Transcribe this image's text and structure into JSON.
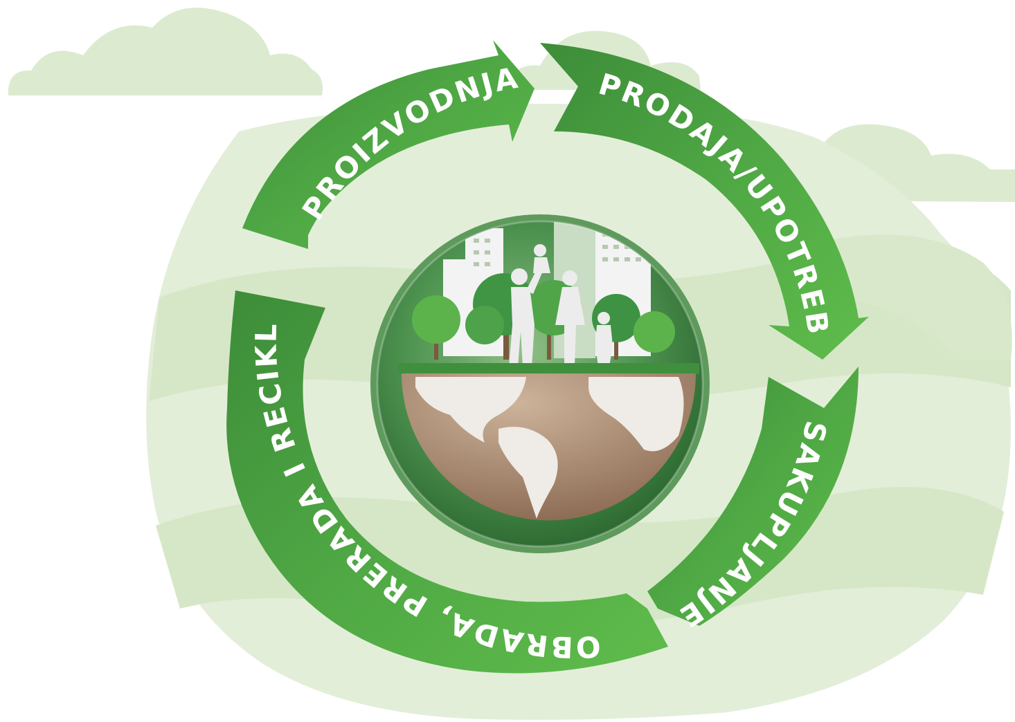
{
  "colors": {
    "background_hills": "#d5e6c4",
    "background_hills_light": "#e4efd8",
    "clouds": "#dcebd0",
    "arrow_dark": "#3e8e3a",
    "arrow_light": "#5cb64a",
    "sphere_dark": "#3c7d3e",
    "globe_land": "#efebe6",
    "globe_sea": "#b49275",
    "buildings": "#f3f3f3",
    "trees": "#4ea24a"
  },
  "cycle": {
    "steps": [
      {
        "label": "PROIZVODNJA"
      },
      {
        "label": "PRODAJA/UPOTREBA"
      },
      {
        "label": "SAKUPLJANJE"
      },
      {
        "label": "OBRADA, PRERADA I RECIKLAŽA"
      }
    ]
  },
  "center_illustration": {
    "icon": "eco-globe-city-family-icon"
  }
}
